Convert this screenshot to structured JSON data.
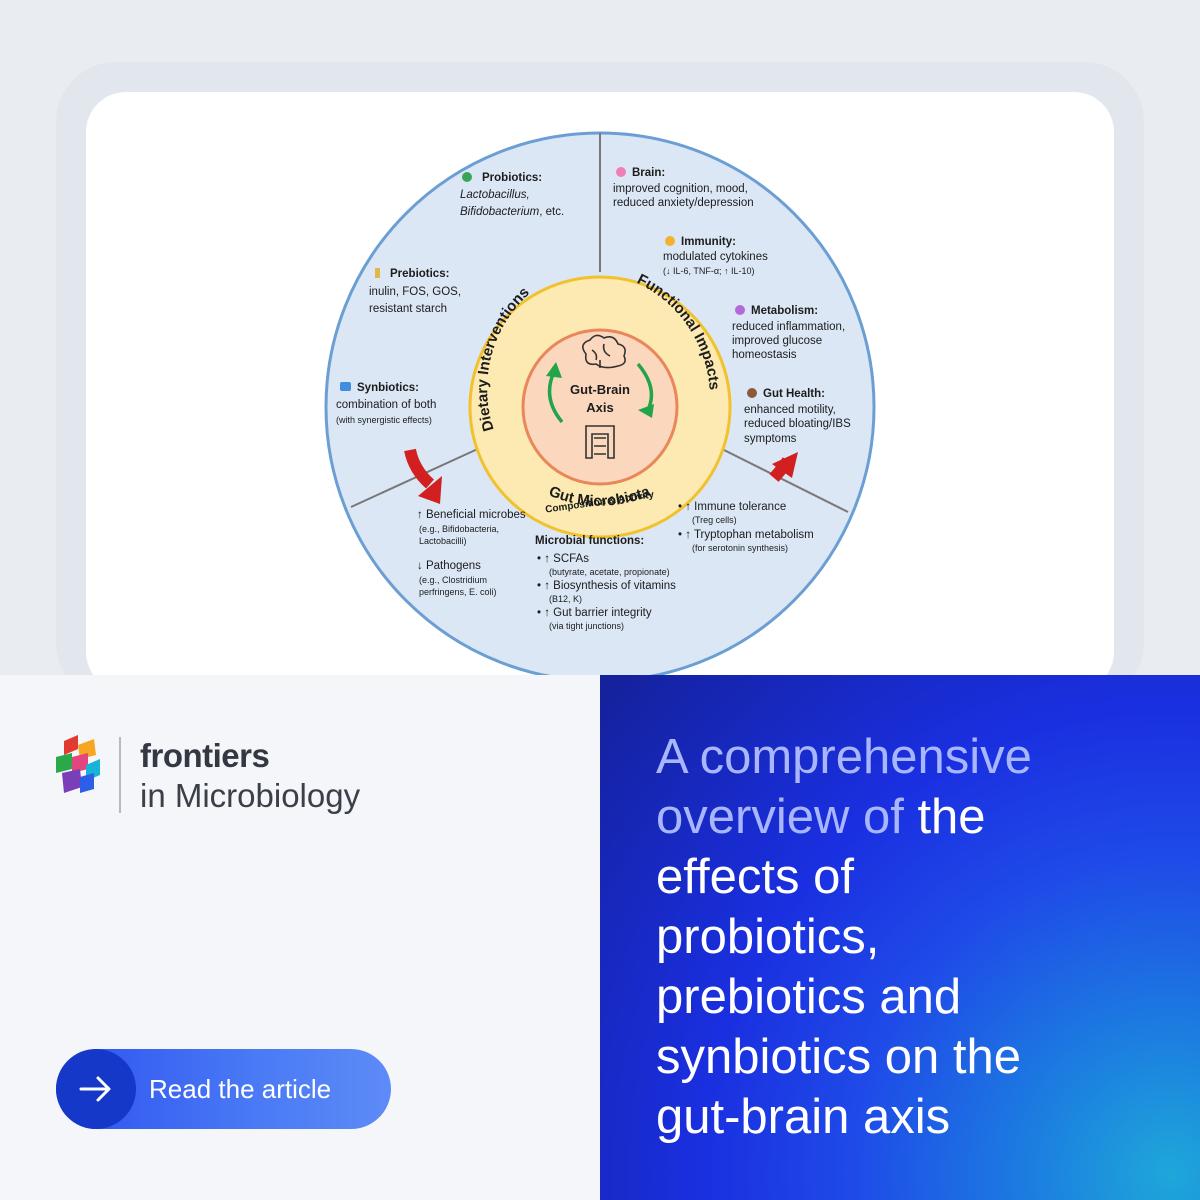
{
  "diagram": {
    "center": {
      "line1": "Gut-Brain",
      "line2": "Axis"
    },
    "rings": {
      "dietary": "Dietary Interventions",
      "functional": "Functional Impacts",
      "microbiota": "Gut Microbiota",
      "microbiota_sub": "Composition & Activity"
    },
    "probiotics": {
      "head": "Probiotics:",
      "l1": "Lactobacillus,",
      "l2_ital": "Bifidobacterium",
      "l2_rest": ", etc."
    },
    "prebiotics": {
      "head": "Prebiotics:",
      "l1": "inulin, FOS, GOS,",
      "l2": "resistant starch"
    },
    "synbiotics": {
      "head": "Synbiotics:",
      "l1": "combination of both",
      "l2": "(with synergistic effects)"
    },
    "brain": {
      "head": "Brain:",
      "l1": "improved cognition, mood,",
      "l2": "reduced anxiety/depression"
    },
    "immunity": {
      "head": "Immunity:",
      "l1": "modulated cytokines",
      "l2": "(↓ IL-6, TNF-α; ↑ IL-10)"
    },
    "metabolism": {
      "head": "Metabolism:",
      "l1": "reduced inflammation,",
      "l2": "improved glucose",
      "l3": "homeostasis"
    },
    "gut_health": {
      "head": "Gut Health:",
      "l1": "enhanced motility,",
      "l2": "reduced bloating/IBS",
      "l3": "symptoms"
    },
    "beneficial": {
      "head": "↑ Beneficial microbes",
      "l1": "(e.g., Bifidobacteria,",
      "l2": "Lactobacilli)"
    },
    "pathogens": {
      "head": "↓ Pathogens",
      "l1": "(e.g., Clostridium",
      "l2": "perfringens, E. coli)"
    },
    "microbial_functions": {
      "head": "Microbial functions:",
      "i1": "• ↑ SCFAs",
      "i1s": "(butyrate, acetate, propionate)",
      "i2": "• ↑ Biosynthesis of vitamins",
      "i2s": "(B12, K)",
      "i3": "• ↑ Gut barrier integrity",
      "i3s": "(via tight junctions)"
    },
    "immune_tolerance": {
      "l1": "• ↑ Immune tolerance",
      "l1s": "(Treg cells)",
      "l2": "• ↑ Tryptophan metabolism",
      "l2s": "(for serotonin synthesis)"
    }
  },
  "brand": {
    "name": "frontiers",
    "journal": "in Microbiology"
  },
  "cta": {
    "label": "Read the article"
  },
  "headline": {
    "muted1": "A comprehensive",
    "muted2": "overview of",
    "white2": " the",
    "l3": "effects of",
    "l4": "probiotics,",
    "l5": "prebiotics and",
    "l6": "synbiotics on the",
    "l7": "gut-brain axis"
  },
  "colors": {
    "outer_ring": "#dbe7f5",
    "ring_stroke": "#6b9fd3",
    "middle_ring": "#fdeab2",
    "middle_stroke": "#f2c12e",
    "center_fill": "#fbd7bd",
    "center_stroke": "#e8875a",
    "arrow_red": "#d21f1f",
    "arrow_green": "#22a44b",
    "cta_blue": "#2d52f0"
  }
}
